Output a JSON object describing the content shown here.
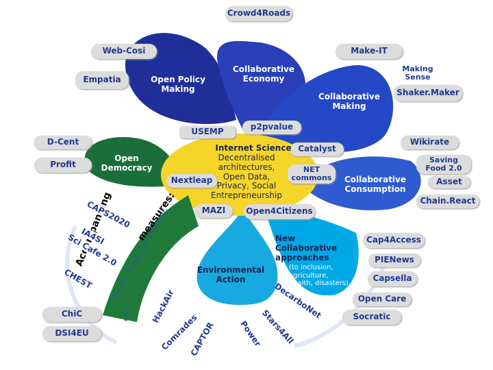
{
  "nodes": {
    "crowd4roads": "Crowd4Roads",
    "web_cosi": "Web-Cosi",
    "make_it": "Make-IT",
    "empatia": "Empatia",
    "open_policy_making": "Open Policy\nMaking",
    "collaborative_economy": "Collaborative\nEconomy",
    "making_sense": "Making\nSense",
    "shaker_maker": "Shaker.Maker",
    "collaborative_making": "Collaborative\nMaking",
    "usemp": "USEMP",
    "p2pvalue": "p2pvalue",
    "d_cent": "D-Cent",
    "wikirate": "Wikirate",
    "profit": "Profit",
    "open_democracy": "Open\nDemocracy",
    "internet_science": "Internet Science",
    "decentralised": "Decentralised\narchitectures,\nOpen Data,\nPrivacy, Social\nEntrepreneurship",
    "catalyst": "Catalyst",
    "net_commons": "NET\ncommons",
    "saving_food": "Saving\nFood 2.0",
    "nextleap": "Nextleap",
    "collaborative_consumption": "Collaborative\nConsumption",
    "asset": "Asset",
    "chain_react": "Chain.React",
    "mazi": "MAZI",
    "open4citizens": "Open4Citizens",
    "new_collab": "New\nCollaborative\napproaches",
    "new_collab_sub": "(to inclusion,\nagriculture,\nhealth, disasters)",
    "cap4access": "Cap4Access",
    "pienews": "PIENews",
    "capsella": "Capsella",
    "open_care": "Open Care",
    "socratic": "Socratic",
    "environmental_action": "Environmental\nAction",
    "chic": "ChiC",
    "dsi4eu": "DSI4EU"
  },
  "arc_labels": {
    "accompanying": "Accompanying",
    "measures": "measures:",
    "measures_sub1": "events, impact assessment,",
    "measures_sub2": "etc.",
    "caps2020": "CAPS2020",
    "ia4si": "IA4SI",
    "scicafe": "Sci Cafe 2.0",
    "chest": "CHEST",
    "hackair": "HackAir",
    "comrades": "Comrades",
    "captor": "CAPTOR",
    "power": "Power",
    "stars4all": "Stars4All",
    "decarbonet": "DecarboNet"
  },
  "colors": {
    "navy": "#1f2f9a",
    "royal": "#2448c6",
    "cyan": "#00a8e6",
    "yellow": "#f6d52a",
    "green": "#1a6e3a",
    "pill_bg": "#dcdcdc",
    "pill_text": "#1f3a8f"
  }
}
